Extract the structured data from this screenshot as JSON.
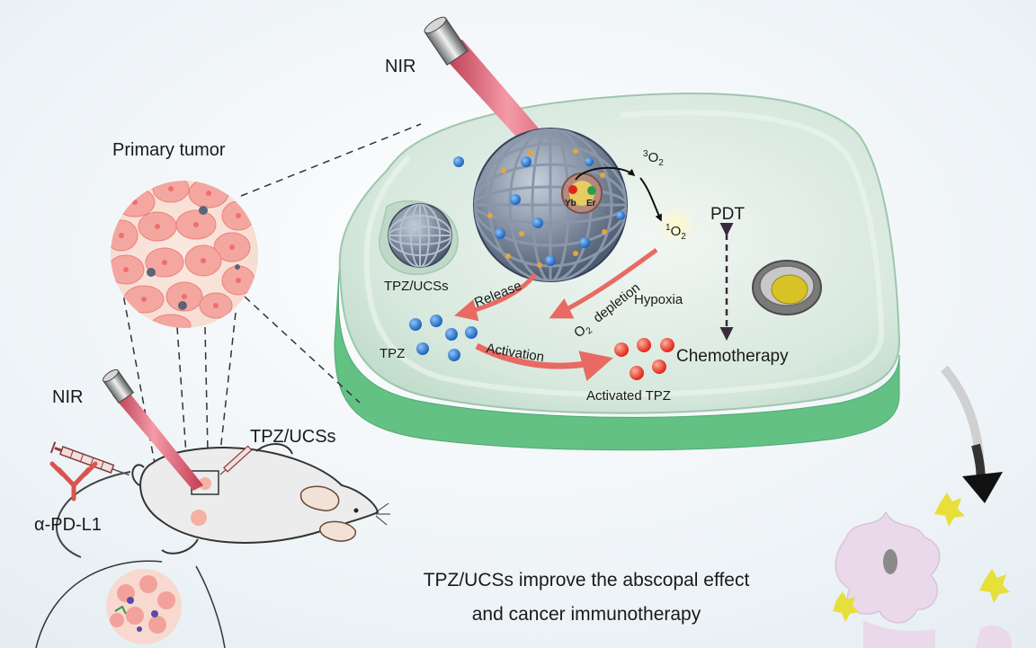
{
  "labels": {
    "nir_top": "NIR",
    "nir_left": "NIR",
    "primary_tumor": "Primary tumor",
    "tpz_ucss_cell": "TPZ/UCSs",
    "tpz_ucss_mouse": "TPZ/UCSs",
    "release": "Release",
    "o2_depletion_o": "O",
    "o2_depletion_sub": "2",
    "o2_depletion_word": "depletion",
    "hypoxia": "Hypoxia",
    "tpz": "TPZ",
    "activation": "Activation",
    "activated_tpz": "Activated TPZ",
    "chemotherapy": "Chemotherapy",
    "pdt": "PDT",
    "triplet_o2_sup": "3",
    "triplet_o2_main": "O",
    "triplet_o2_sub": "2",
    "singlet_o2_sup": "1",
    "singlet_o2_main": "O",
    "singlet_o2_sub": "2",
    "yb": "Yb",
    "er": "Er",
    "antibody": "α-PD-L1",
    "caption_line1": "TPZ/UCSs improve the abscopal effect",
    "caption_line2": "and cancer immunotherapy"
  },
  "colors": {
    "cell_fill": "#cfe3d8",
    "cell_edge": "#5fbf85",
    "laser": "#e4526b",
    "arrow": "#e86a63",
    "tpz_blue": "#2a7fd0",
    "activated_red": "#f2432f",
    "tumor_pink": "#f3a9a2",
    "antibody_red": "#d9534f",
    "immune_cell": "#ead9ea",
    "yellow_cell": "#e7df3a"
  }
}
